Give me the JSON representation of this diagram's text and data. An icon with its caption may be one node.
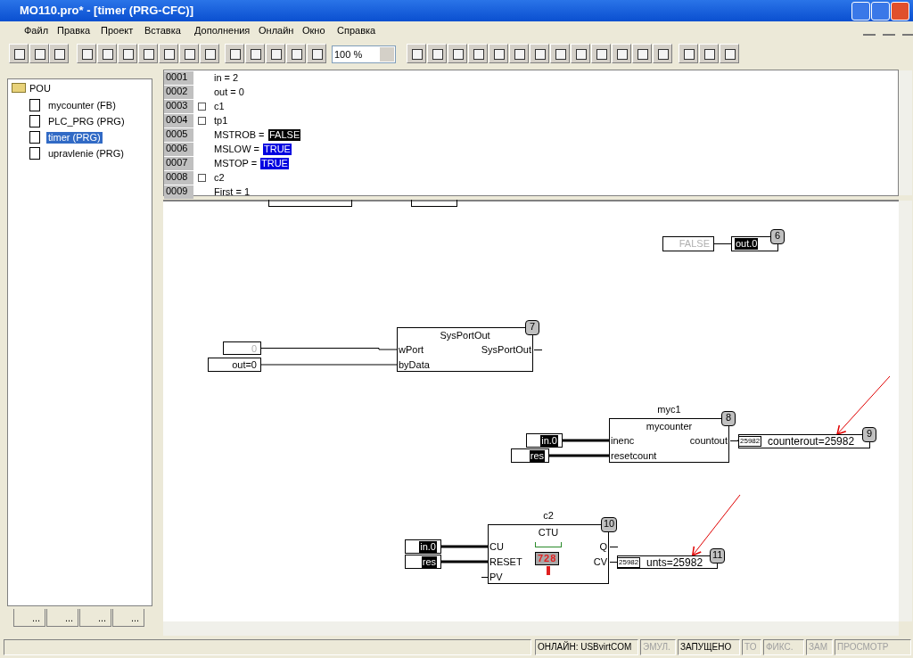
{
  "diagram": {
    "title": "MO110.pro* - [timer (PRG-CFC)]",
    "nodes": [
      {
        "text": [
          "FALSE"
        ]
      },
      {
        "text": [
          "out.0"
        ],
        "beside": [
          "6"
        ]
      },
      {
        "text": [
          "0"
        ]
      },
      {
        "text": [
          "out=0"
        ]
      },
      {
        "text": [
          "SysPortOut",
          "wPort",
          "byData",
          "SysPortOut"
        ],
        "beside": [
          "7"
        ]
      },
      {
        "text": [
          "in.0"
        ]
      },
      {
        "text": [
          "res"
        ]
      },
      {
        "text": [
          "myc1",
          "mycounter",
          "inenc",
          "resetcount",
          "countout"
        ],
        "beside": [
          "8"
        ]
      },
      {
        "text": [
          "25982",
          "counterout=25982"
        ],
        "beside": [
          "9"
        ]
      },
      {
        "text": [
          "in.0"
        ]
      },
      {
        "text": [
          "res"
        ]
      },
      {
        "text": [
          "c2",
          "CTU",
          "CU",
          "RESET",
          "PV",
          "Q",
          "CV"
        ],
        "beside": [
          "10"
        ]
      },
      {
        "text": [
          "25982",
          "unts=25982"
        ],
        "beside": [
          "11"
        ]
      }
    ],
    "edges": [
      {
        "from": 0,
        "to": 1,
        "arrow": "none"
      },
      {
        "from": 2,
        "to": 4,
        "arrow": "none"
      },
      {
        "from": 3,
        "to": 4,
        "arrow": "none"
      },
      {
        "from": 5,
        "to": 7,
        "arrow": "none",
        "style": "thick"
      },
      {
        "from": 6,
        "to": 7,
        "arrow": "none",
        "style": "thick"
      },
      {
        "from": 7,
        "to": 8,
        "arrow": "none"
      },
      {
        "from": 9,
        "to": 11,
        "arrow": "none",
        "style": "thick"
      },
      {
        "from": 10,
        "to": 11,
        "arrow": "none",
        "style": "thick"
      },
      {
        "from": 11,
        "to": 12,
        "arrow": "none"
      },
      {
        "from": null,
        "to": 8,
        "arrow": "to",
        "color": "#e00000"
      },
      {
        "from": null,
        "to": 12,
        "arrow": "to",
        "color": "#e00000"
      }
    ],
    "labels": [
      "Файл",
      "Правка",
      "Проект",
      "Вставка",
      "Дополнения",
      "Онлайн",
      "Окно",
      "Справка",
      "100 %",
      "POU",
      "mycounter (FB)",
      "PLC_PRG (PRG)",
      "timer (PRG)",
      "upravlenie (PRG)",
      "0001",
      "in = 2",
      "0002",
      "out = 0",
      "0003",
      "c1",
      "0004",
      "tp1",
      "0005",
      "MSTROB =",
      "FALSE",
      "0006",
      "MSLOW =",
      "TRUE",
      "0007",
      "MSTOP =",
      "TRUE",
      "0008",
      "c2",
      "0009",
      "First = 1",
      "728",
      "...",
      "...",
      "...",
      "...",
      "ОНЛАЙН: USBvirtCOM",
      "ЭМУЛ.",
      "ЗАПУЩЕНО",
      "ТО",
      "ФИКС.",
      "ЗАМ",
      "ПРОСМОТР"
    ]
  }
}
